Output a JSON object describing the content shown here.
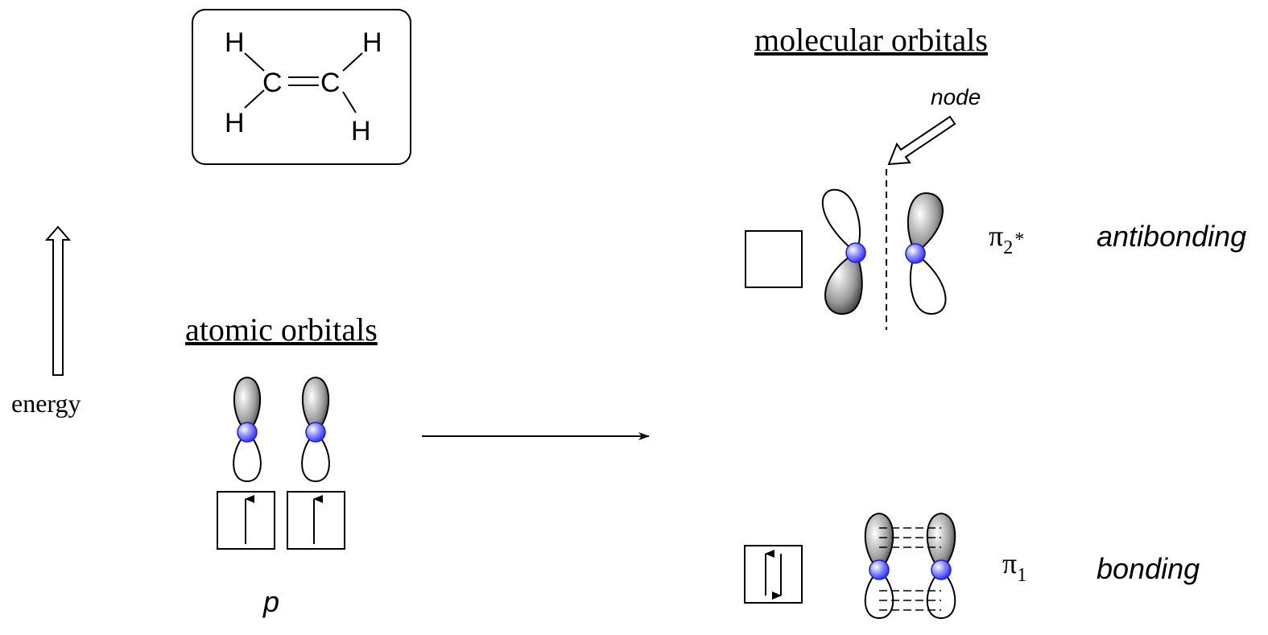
{
  "molecule": {
    "atoms": [
      "H",
      "H",
      "C",
      "C",
      "H",
      "H"
    ]
  },
  "axis": {
    "energy_label": "energy"
  },
  "atomic_orbitals": {
    "heading": "atomic orbitals",
    "orbital_label": "p",
    "electrons": "↑ ↑"
  },
  "molecular_orbitals": {
    "heading": "molecular orbitals",
    "node_label": "node",
    "antibonding": {
      "symbol": "π",
      "subscript": "2",
      "superscript": "*",
      "description": "antibonding",
      "electrons": "empty"
    },
    "bonding": {
      "symbol": "π",
      "subscript": "1",
      "description": "bonding",
      "electrons": "↑↓"
    }
  },
  "colors": {
    "nucleus": "#3b3bff",
    "lobe_shaded": "#1a1a1a",
    "lobe_light": "#ffffff"
  }
}
